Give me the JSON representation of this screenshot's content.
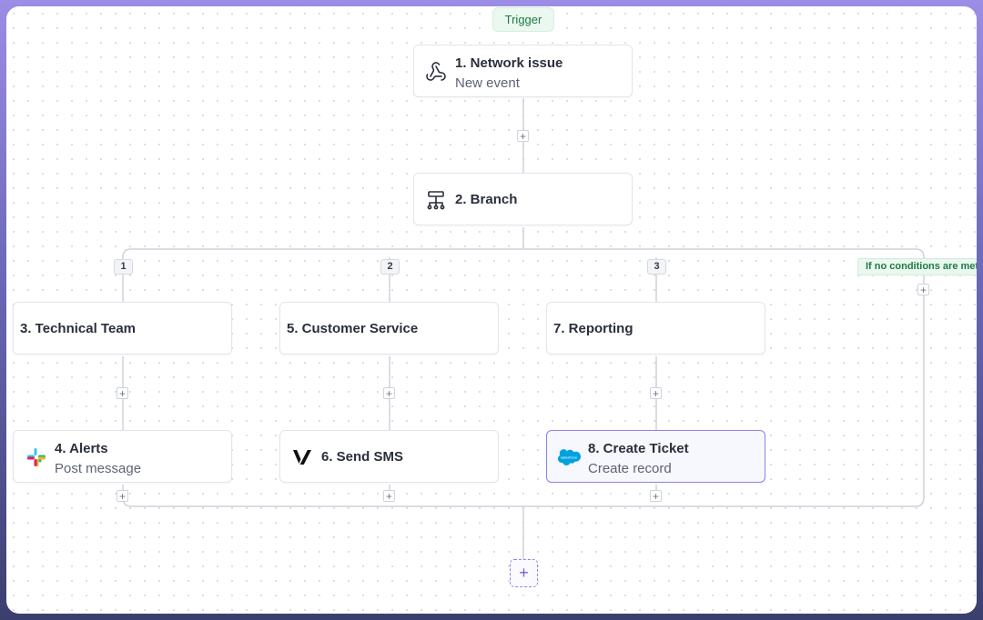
{
  "trigger_label": "Trigger",
  "nodes": {
    "n1": {
      "title": "1. Network issue",
      "sub": "New event",
      "icon": "webhook-icon"
    },
    "n2": {
      "title": "2. Branch",
      "icon": "branch-icon"
    },
    "n3": {
      "title": "3. Technical Team"
    },
    "n4": {
      "title": "4. Alerts",
      "sub": "Post message",
      "icon": "slack-icon"
    },
    "n5": {
      "title": "5. Customer Service"
    },
    "n6": {
      "title": "6. Send SMS",
      "icon": "vonage-icon"
    },
    "n7": {
      "title": "7. Reporting"
    },
    "n8": {
      "title": "8. Create Ticket",
      "sub": "Create record",
      "icon": "salesforce-icon",
      "selected": true
    }
  },
  "branches": [
    "1",
    "2",
    "3"
  ],
  "fallback_label": "If no conditions are met",
  "plus_symbol": "+",
  "colors": {
    "accent": "#8b84e6",
    "trigger_bg": "#eaf8ef",
    "trigger_text": "#1f7a45",
    "line": "#cfd2dc"
  }
}
